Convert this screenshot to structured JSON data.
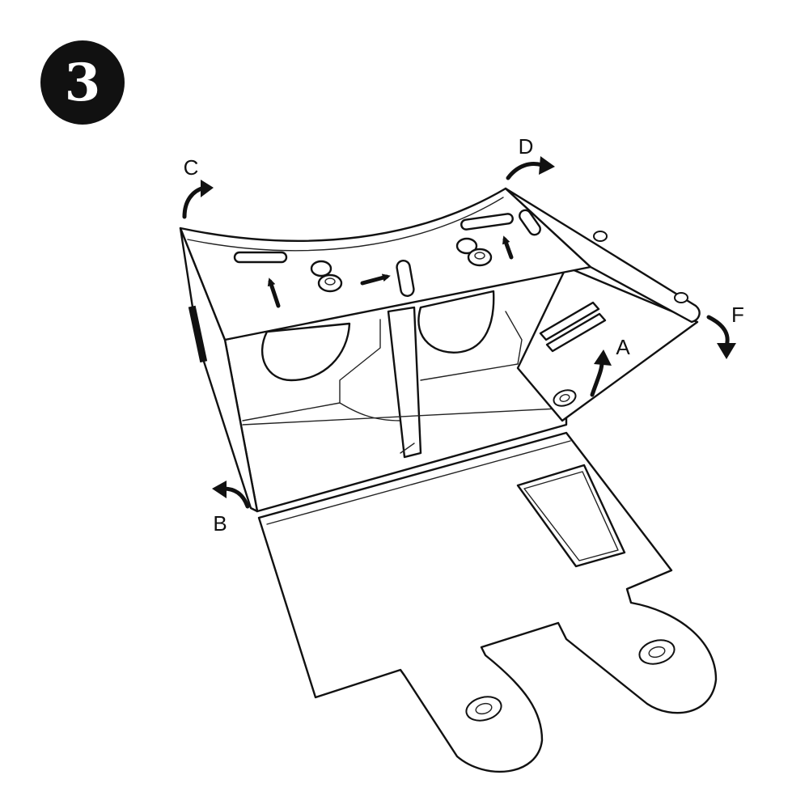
{
  "step": {
    "number": "3",
    "badge_color": "#111111"
  },
  "labels": {
    "a": "A",
    "b": "B",
    "c": "C",
    "d": "D",
    "f": "F"
  },
  "colors": {
    "ink": "#111111",
    "paper": "#ffffff"
  }
}
